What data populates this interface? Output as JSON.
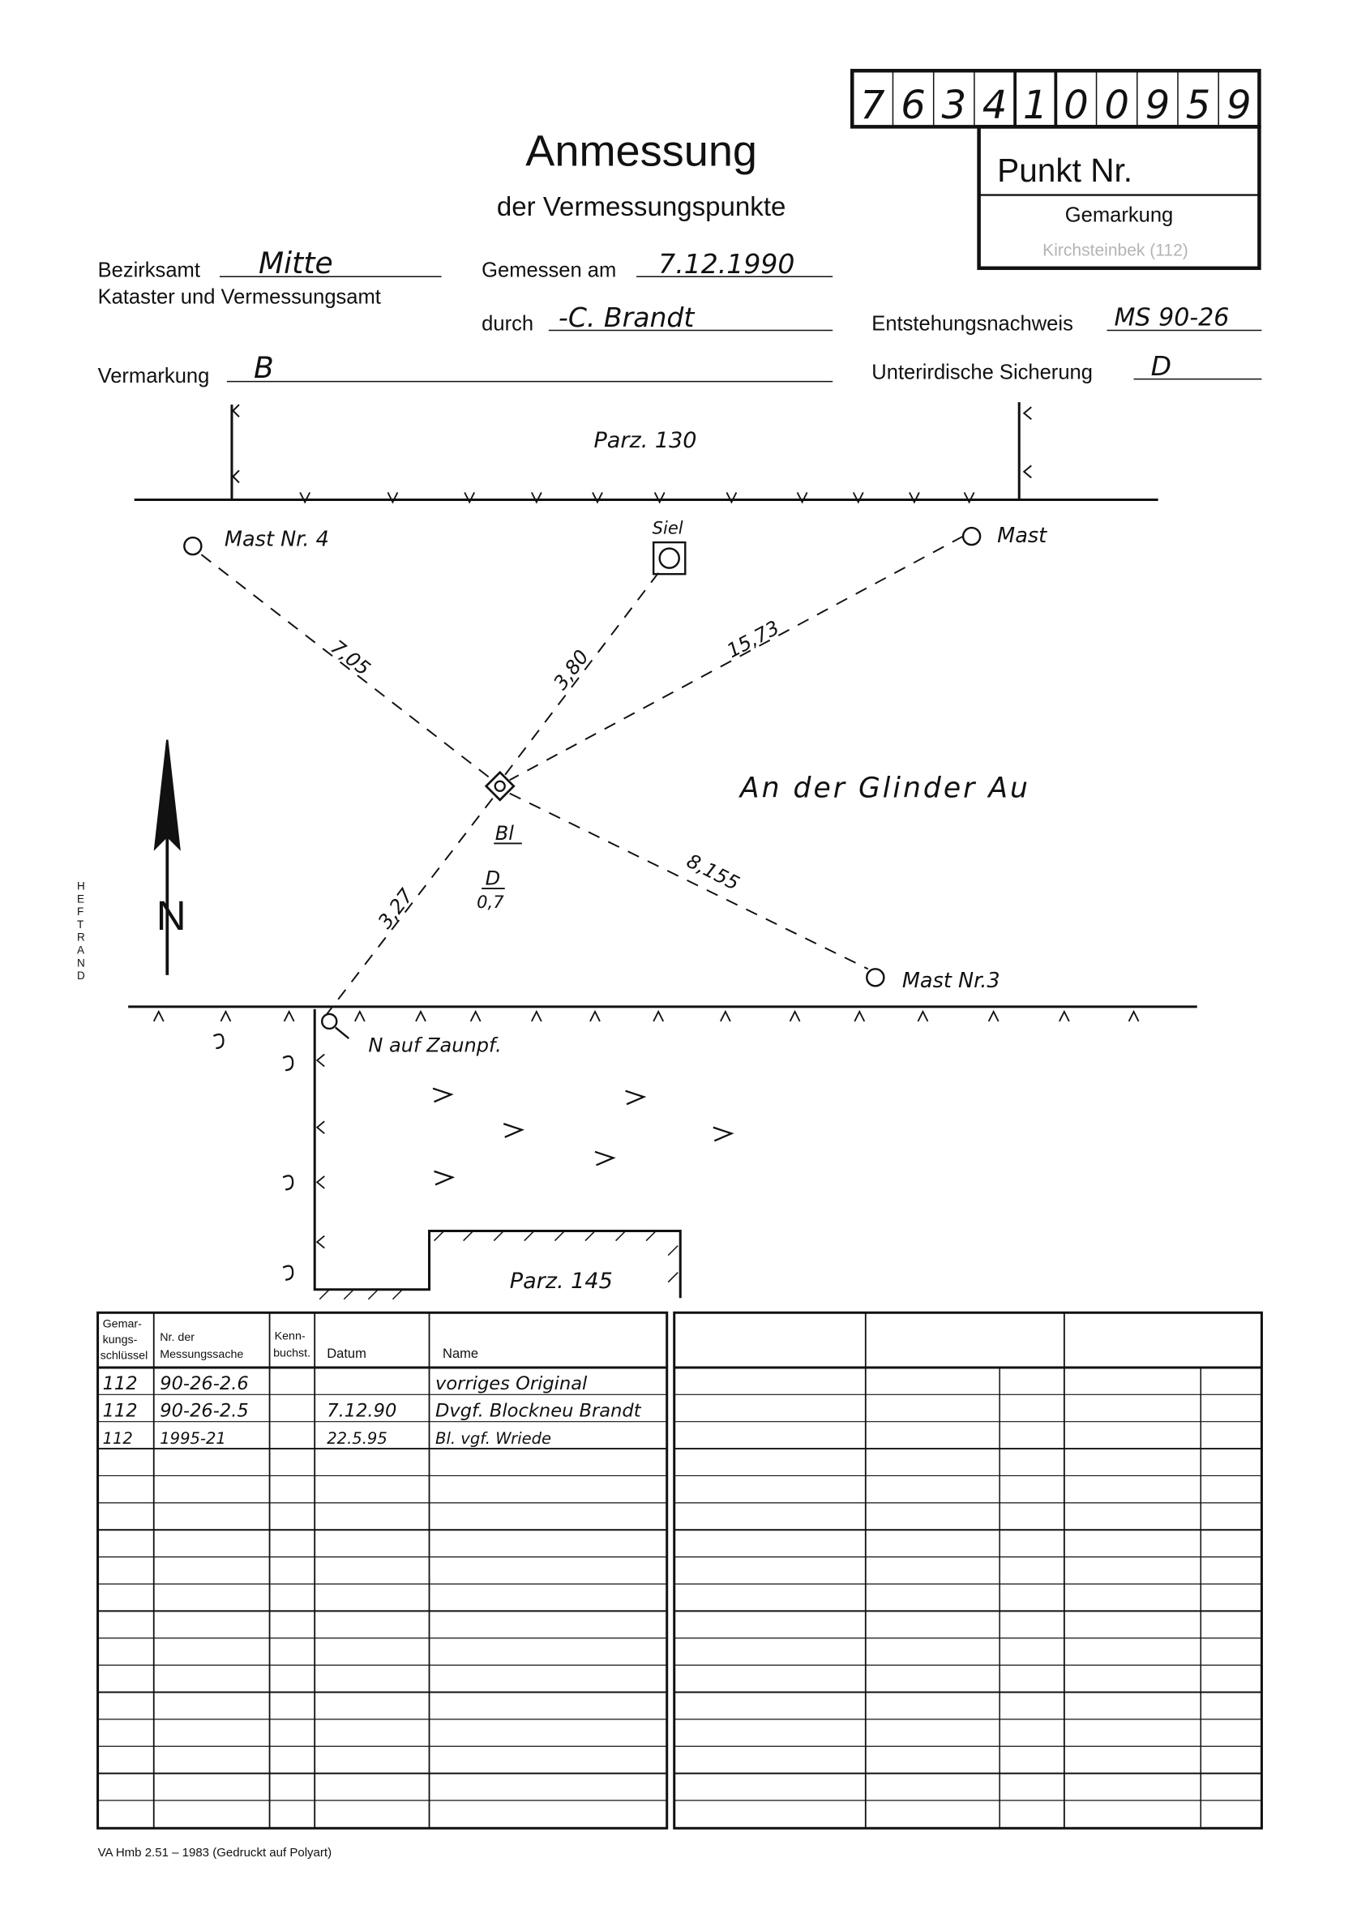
{
  "point_number": {
    "digits": [
      "7",
      "6",
      "3",
      "4",
      "1",
      "0",
      "0",
      "9",
      "5",
      "9"
    ],
    "label": "Punkt Nr.",
    "gemarkung_label": "Gemarkung",
    "gemarkung_value": "Kirchsteinbek (112)"
  },
  "header": {
    "title": "Anmessung",
    "subtitle": "der Vermessungspunkte"
  },
  "fields": {
    "bezirksamt_label": "Bezirksamt",
    "bezirksamt_value": "Mitte",
    "kataster_label": "Kataster und Vermessungsamt",
    "gemessen_label": "Gemessen am",
    "gemessen_value": "7.12.1990",
    "durch_label": "durch",
    "durch_value": "-C. Brandt",
    "entstehung_label": "Entstehungsnachweis",
    "entstehung_value": "MS 90-26",
    "vermarkung_label": "Vermarkung",
    "vermarkung_value": "B",
    "sicherung_label": "Unterirdische Sicherung",
    "sicherung_value": "D"
  },
  "sketch": {
    "parz_top": "Parz. 130",
    "parz_bottom": "Parz. 145",
    "street": "An der Glinder Au",
    "mast4": "Mast Nr. 4",
    "siel": "Siel",
    "mast": "Mast",
    "mast3": "Mast Nr.3",
    "zaun": "N auf Zaunpf.",
    "point_code": "Bl",
    "point_sicherung": "D",
    "point_depth": "0,7",
    "north": "N",
    "d_mast4": "7,05",
    "d_siel": "3,80",
    "d_mast": "15,73",
    "d_mast3": "8,155",
    "d_zaun": "3,27",
    "heftrand": "HEFTRAND"
  },
  "table": {
    "headers": {
      "gemarkung": [
        "Gemar-",
        "kungs-",
        "schlüssel"
      ],
      "nr": [
        "Nr. der",
        "Messungssache"
      ],
      "kenn": [
        "Kenn-",
        "buchst."
      ],
      "datum": "Datum",
      "name": "Name"
    },
    "rows": [
      {
        "gemarkung": "112",
        "nr": "90-26-2.6",
        "kenn": "",
        "datum": "",
        "name": "vorriges Original"
      },
      {
        "gemarkung": "112",
        "nr": "90-26-2.5",
        "kenn": "",
        "datum": "7.12.90",
        "name": "Dvgf. Blockneu Brandt"
      },
      {
        "gemarkung": "112",
        "nr": "1995-21",
        "kenn": "",
        "datum": "22.5.95",
        "name": "Bl. vgf. Wriede"
      }
    ]
  },
  "footer": "VA Hmb 2.51 – 1983 (Gedruckt auf Polyart)"
}
